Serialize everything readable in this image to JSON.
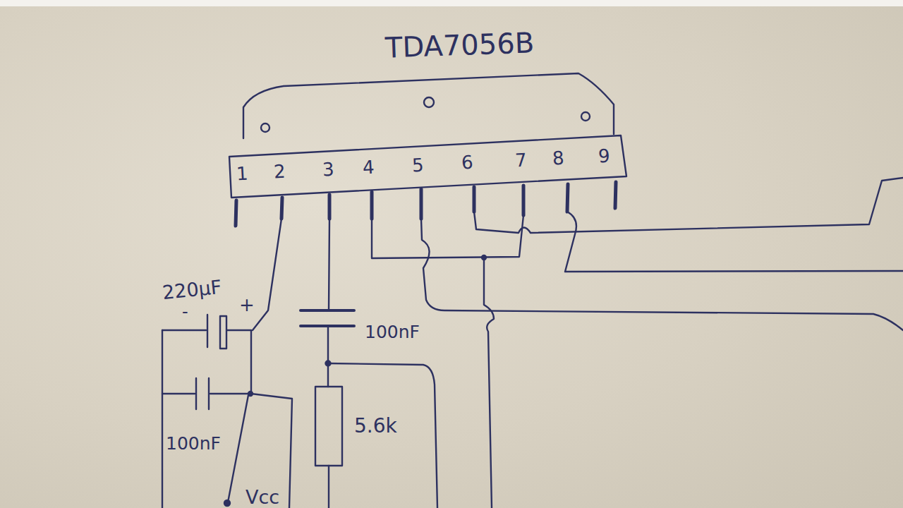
{
  "diagram": {
    "title": "TDA7056B",
    "labels": [
      "1",
      "2",
      "3",
      "4",
      "5",
      "6",
      "7",
      "8",
      "9",
      "220μF",
      "-",
      "+",
      "100nF",
      "Vcc",
      "100nF",
      "5.6k"
    ]
  }
}
